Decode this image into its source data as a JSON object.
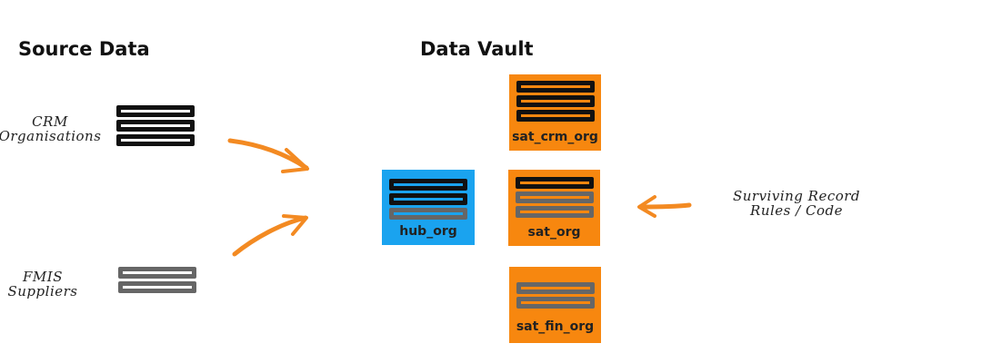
{
  "source": {
    "heading": "Source Data",
    "items": [
      {
        "line1": "CRM",
        "line2": "Organisations"
      },
      {
        "line1": "FMIS",
        "line2": "Suppliers"
      }
    ]
  },
  "vault": {
    "heading": "Data Vault",
    "hub": {
      "label": "hub_org",
      "color": "#1aa3ef"
    },
    "satellites": [
      {
        "label": "sat_crm_org",
        "color": "#f7870f"
      },
      {
        "label": "sat_org",
        "color": "#f7870f"
      },
      {
        "label": "sat_fin_org",
        "color": "#f7870f"
      }
    ]
  },
  "rules": {
    "line1": "Surviving Record",
    "line2": "Rules / Code"
  },
  "colors": {
    "arrow": "#f38a22",
    "bar_dark": "#111111",
    "bar_grey": "#666666"
  },
  "icons": [
    "table-icon",
    "arrow-icon"
  ]
}
